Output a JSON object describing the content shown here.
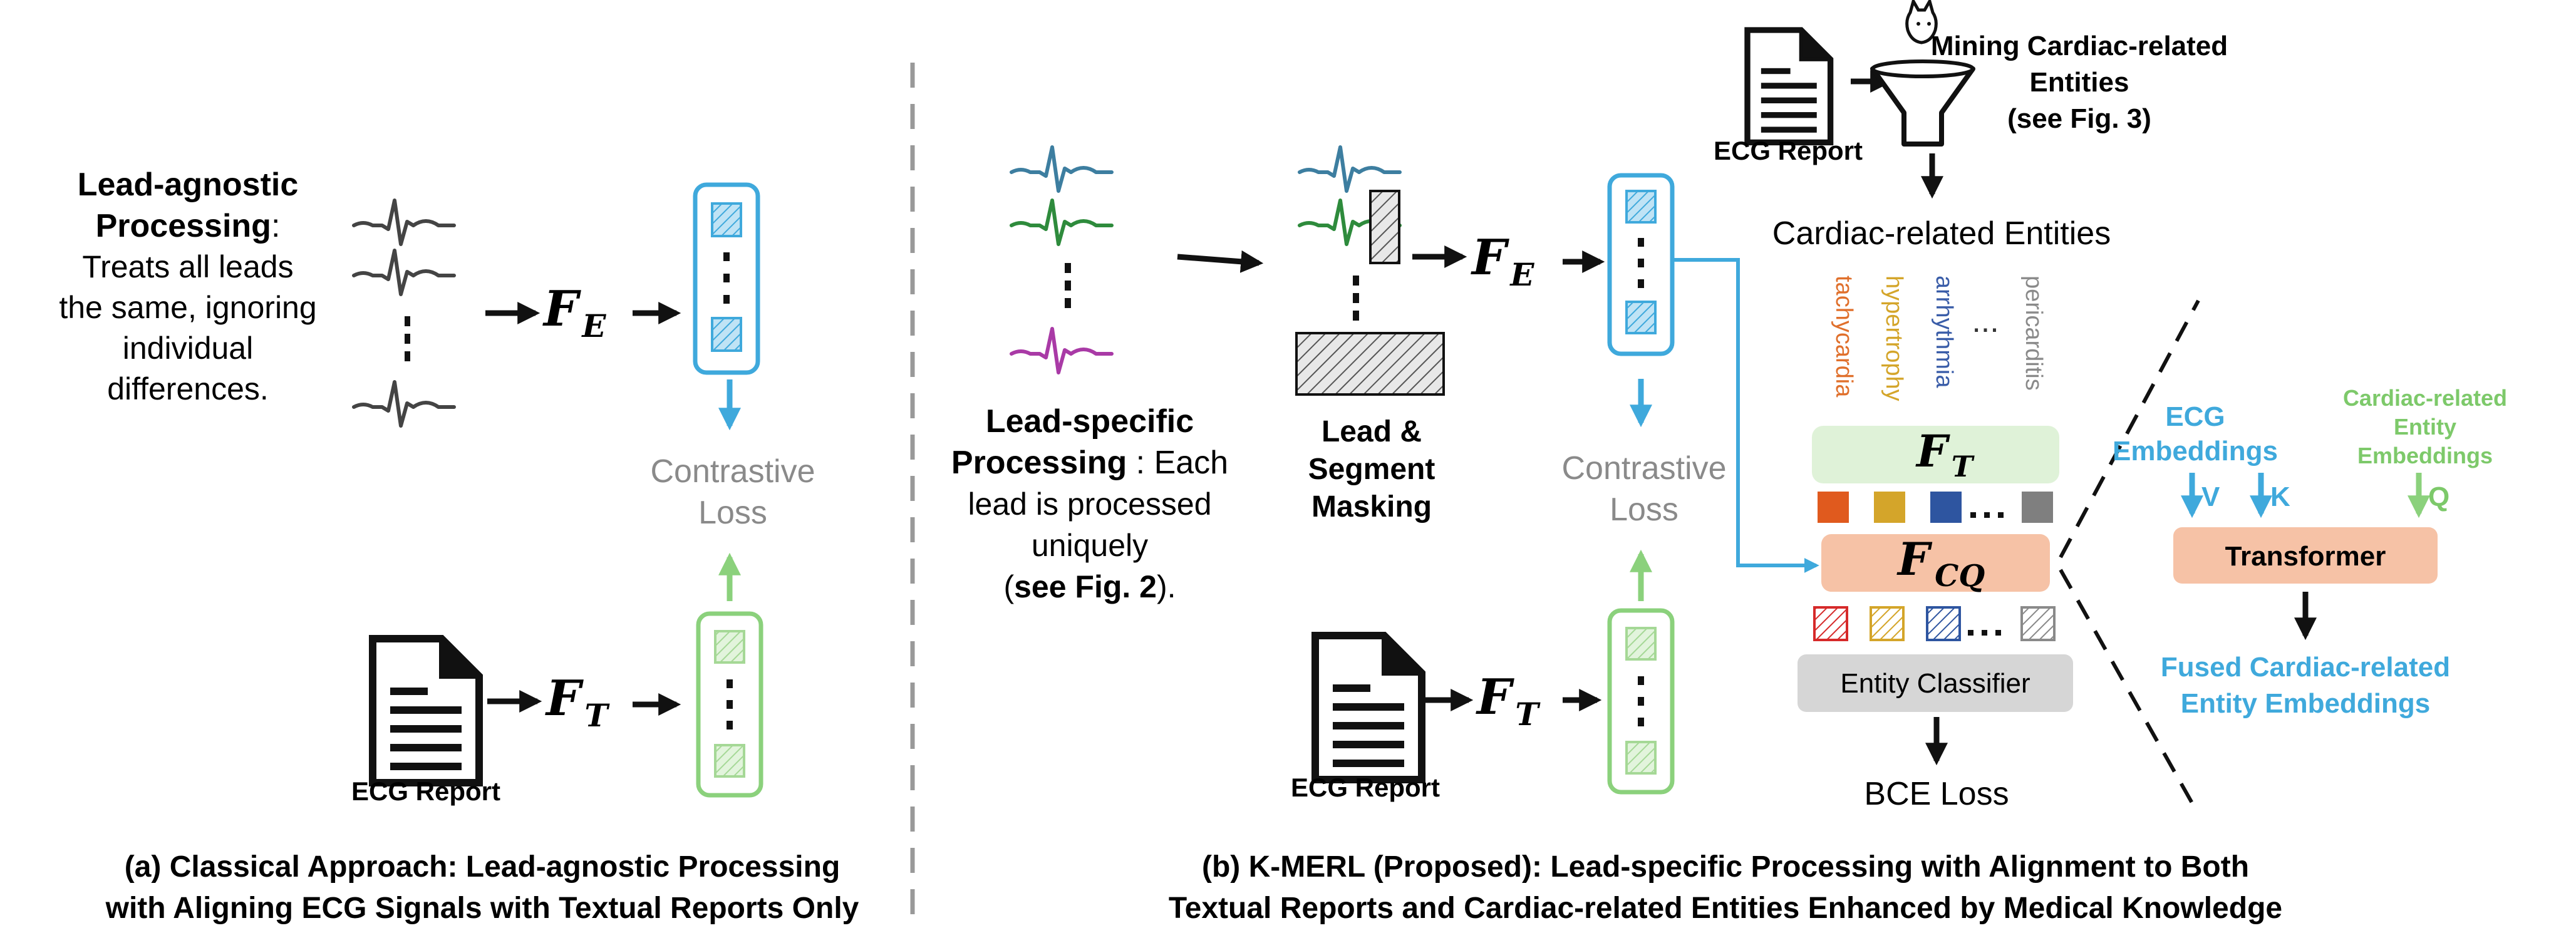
{
  "panel_a": {
    "lead_agnostic_title_1": "Lead-agnostic",
    "lead_agnostic_title_2": "Processing",
    "lead_agnostic_title_colon": ":",
    "lead_agnostic_desc": [
      "Treats all leads",
      "the same, ignoring",
      "individual",
      "differences."
    ],
    "encoder_label": "F",
    "encoder_sub": "E",
    "text_encoder_label": "F",
    "text_encoder_sub": "T",
    "contrastive_1": "Contrastive",
    "contrastive_2": "Loss",
    "report_label": "ECG Report",
    "caption_1": "(a) Classical Approach: Lead-agnostic Processing",
    "caption_2": "with Aligning ECG Signals with Textual Reports Only"
  },
  "panel_b": {
    "lead_specific_title_1": "Lead-specific",
    "lead_specific_title_2": "Processing",
    "lead_specific_desc_2": " : Each",
    "lead_specific_desc": [
      "lead is processed",
      "uniquely"
    ],
    "see_fig2_open": "(",
    "see_fig2_bold": "see Fig. 2",
    "see_fig2_close": ").",
    "masking": [
      "Lead &",
      "Segment",
      "Masking"
    ],
    "encoder_label": "F",
    "encoder_sub": "E",
    "text_encoder_label": "F",
    "text_encoder_sub": "T",
    "contrastive_1": "Contrastive",
    "contrastive_2": "Loss",
    "report_label": "ECG Report",
    "top_report_label": "ECG Report",
    "mining": [
      "Mining Cardiac-related",
      "Entities",
      "(see Fig. 3)"
    ],
    "entities_title": "Cardiac-related Entities",
    "entities": [
      {
        "label": "tachycardia",
        "color": "#e0702c"
      },
      {
        "label": "hypertrophy",
        "color": "#d4a52a"
      },
      {
        "label": "arrhythmia",
        "color": "#3a5da8"
      },
      {
        "label": "...",
        "color": "#333333"
      },
      {
        "label": "pericarditis",
        "color": "#8a8a8a"
      }
    ],
    "ft_label": "F",
    "ft_sub": "T",
    "fcq_label": "F",
    "fcq_sub": "CQ",
    "token_colors": [
      "#e05a1e",
      "#d4a52a",
      "#2e55a0",
      "#7f7f7f"
    ],
    "classifier": "Entity Classifier",
    "bce": "BCE Loss",
    "caption_1": "(b) K-MERL (Proposed): Lead-specific Processing with Alignment to Both",
    "caption_2": "Textual Reports and Cardiac-related Entities Enhanced by Medical Knowledge"
  },
  "detail": {
    "ecg_embeddings_1": "ECG",
    "ecg_embeddings_2": "Embeddings",
    "entity_embeddings": [
      "Cardiac-related",
      "Entity",
      "Embeddings"
    ],
    "v": "V",
    "k": "K",
    "q": "Q",
    "transformer": "Transformer",
    "fused_1": "Fused Cardiac-related",
    "fused_2": "Entity Embeddings"
  },
  "colors": {
    "blue": "#3fa9dc",
    "green": "#8bd17c",
    "salmon": "#f6c2a6",
    "green_box": "#dff2d8",
    "grey_box": "#d6d6d6",
    "ecg_blue": "#3d7ea0",
    "ecg_green": "#2e8b3c",
    "ecg_purple": "#a93aa6"
  }
}
